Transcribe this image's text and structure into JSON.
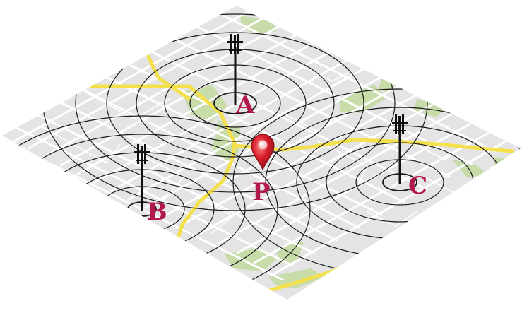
{
  "map": {
    "colors": {
      "land": "#e4e4e4",
      "street": "#ffffff",
      "park": "#c8dcaa",
      "highway": "#f4e04a",
      "rings": "#1a1a1a",
      "label": "#b2184a",
      "pin": "#d8202c"
    },
    "towers": [
      {
        "id": "A",
        "label": "A"
      },
      {
        "id": "B",
        "label": "B"
      },
      {
        "id": "C",
        "label": "C"
      }
    ],
    "point": {
      "label": "P",
      "icon": "map-pin-icon"
    }
  }
}
